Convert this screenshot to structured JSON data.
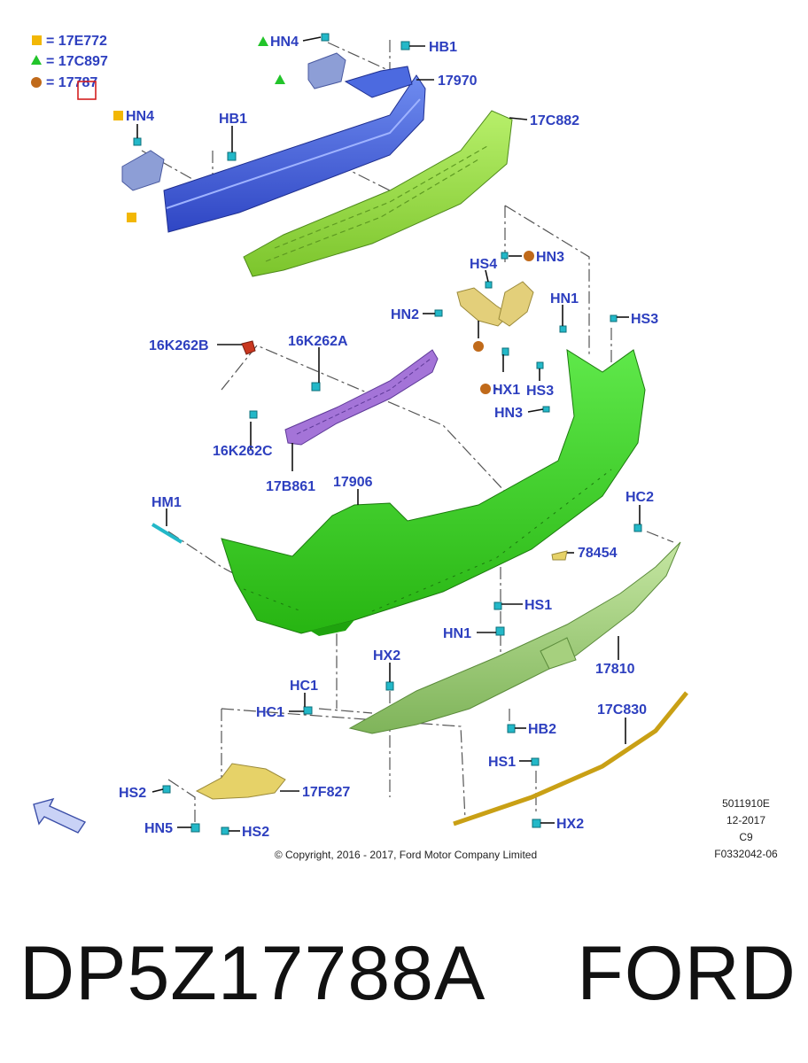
{
  "legend": [
    {
      "symbol": "square",
      "color": "#f2b705",
      "text": "= 17E772"
    },
    {
      "symbol": "triangle",
      "color": "#22c42a",
      "text": "= 17C897"
    },
    {
      "symbol": "circle",
      "color": "#c06a1a",
      "text": "= 17787"
    }
  ],
  "labels": {
    "hn4_top": "HN4",
    "hb1_top": "HB1",
    "p17970": "17970",
    "p17c882": "17C882",
    "hn4_left": "HN4",
    "hb1_left": "HB1",
    "hs4": "HS4",
    "hn3_top": "HN3",
    "hn2": "HN2",
    "hn1_right": "HN1",
    "hs3_top": "HS3",
    "p16k262b": "16K262B",
    "p16k262a": "16K262A",
    "p16k262c": "16K262C",
    "p17b861": "17B861",
    "hx1": "HX1",
    "hs3_mid": "HS3",
    "hn3_mid": "HN3",
    "p17906": "17906",
    "hm1": "HM1",
    "hc2": "HC2",
    "p78454": "78454",
    "hs1_mid": "HS1",
    "hn1_mid": "HN1",
    "p17810": "17810",
    "hx2_mid": "HX2",
    "hc1_top": "HC1",
    "hc1_left": "HC1",
    "hb2": "HB2",
    "p17c830": "17C830",
    "hs1_low": "HS1",
    "hx2_low": "HX2",
    "hs2_left": "HS2",
    "p17f827": "17F827",
    "hn5": "HN5",
    "hs2_low": "HS2"
  },
  "diagram_code": [
    "5011910E",
    "12-2017",
    "C9",
    "F0332042-06"
  ],
  "copyright": "© Copyright, 2016 - 2017, Ford Motor Company Limited",
  "caption": {
    "part_number": "DP5Z17788A",
    "brand": "FORD"
  },
  "colors": {
    "label": "#2d3fbf",
    "reinforcement": "#3b5fd6",
    "absorber": "#8ed43a",
    "cover": "#35cc1f",
    "bracket": "#9b6fd1",
    "lower_valance": "#9bc96b",
    "trim": "#d8b020",
    "clip": "#23b8c8"
  }
}
